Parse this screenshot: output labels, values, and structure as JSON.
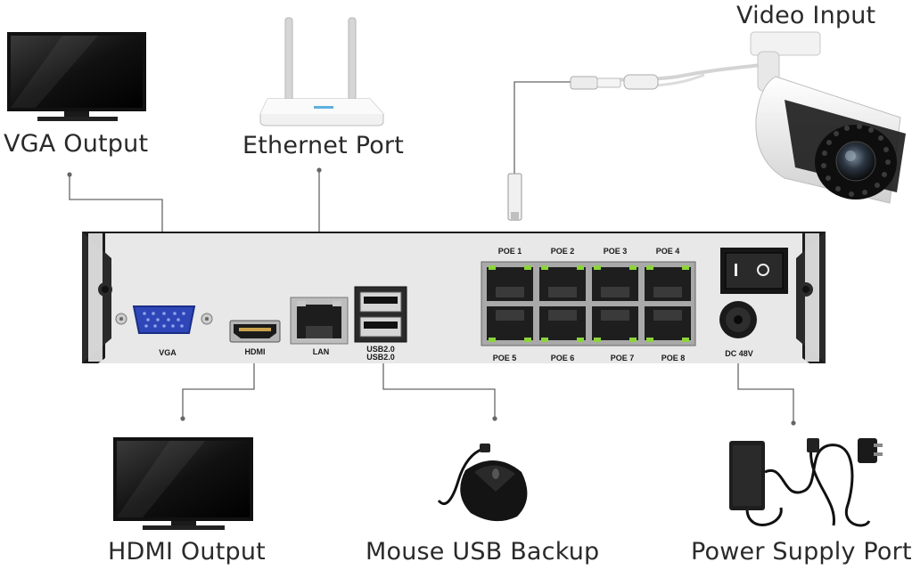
{
  "captions": {
    "vga_output": "VGA Output",
    "ethernet_port": "Ethernet Port",
    "video_input": "Video Input",
    "hdmi_output": "HDMI Output",
    "mouse_usb_backup": "Mouse USB Backup",
    "power_supply_port": "Power Supply Port"
  },
  "panel_labels": {
    "vga": "VGA",
    "hdmi": "HDMI",
    "lan": "LAN",
    "usb_1": "USB2.0",
    "usb_2": "USB2.0",
    "dc": "DC 48V"
  },
  "poe_ports": [
    "POE 1",
    "POE 2",
    "POE 3",
    "POE 4",
    "POE 5",
    "POE 6",
    "POE 7",
    "POE 8"
  ],
  "colors": {
    "panel": "#e8e8e8",
    "frame": "#1c1c1c",
    "vga_blue": "#3a56c8",
    "led_green": "#8cd43a",
    "leader_line": "#666666"
  }
}
